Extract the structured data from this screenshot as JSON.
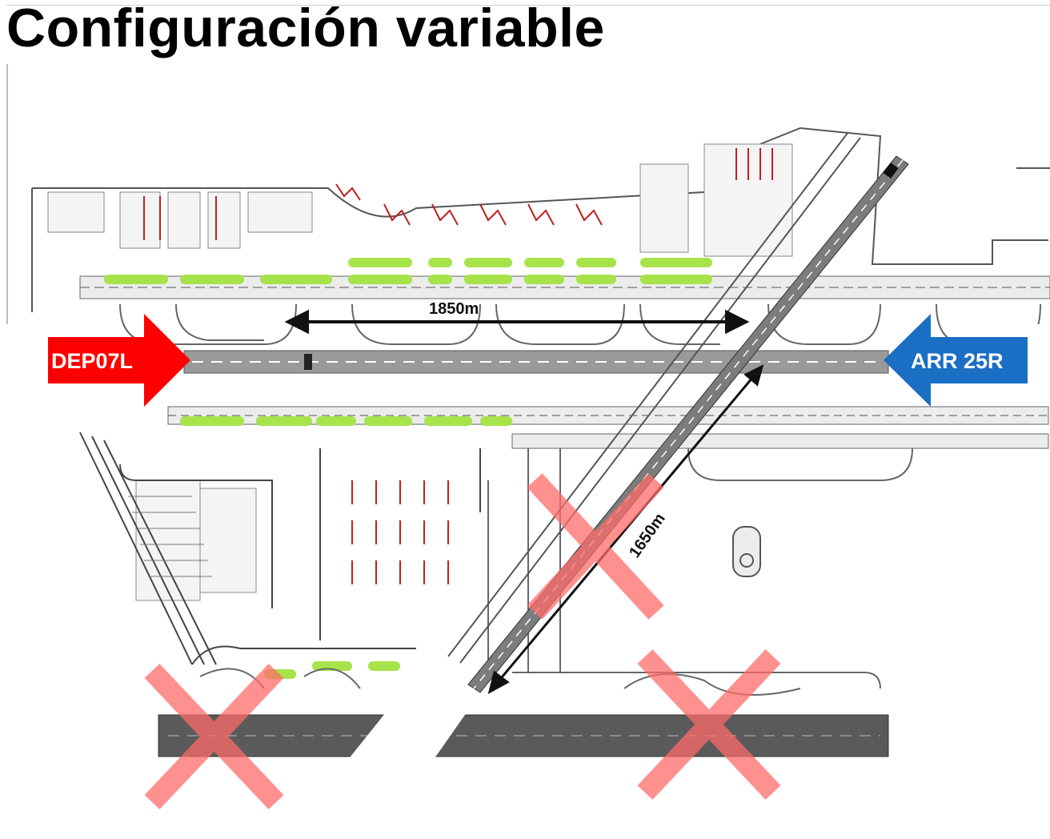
{
  "title": "Configuración variable",
  "labels": {
    "dep": "DEP07L",
    "arr": "ARR 25R",
    "dist_horizontal": "1850m",
    "dist_diagonal": "1650m"
  },
  "colors": {
    "dep_arrow": "#ff0000",
    "arr_arrow": "#1a6fc4",
    "cross": "#ff6b6b",
    "runway": "#9a9a9a",
    "closed_runway": "#5a5a5a",
    "taxiway": "#e8e8e8",
    "stand_green": "#a7e34a"
  }
}
